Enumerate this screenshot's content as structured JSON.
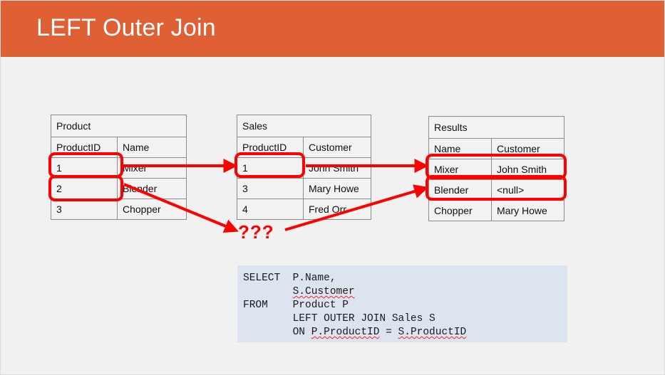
{
  "slide": {
    "title": "LEFT Outer Join",
    "banner_color": "#df6034",
    "background_color": "#f1f1f1"
  },
  "tables": {
    "product": {
      "title": "Product",
      "columns": [
        "ProductID",
        "Name"
      ],
      "rows": [
        [
          "1",
          "Mixer"
        ],
        [
          "2",
          "Blender"
        ],
        [
          "3",
          "Chopper"
        ]
      ]
    },
    "sales": {
      "title": "Sales",
      "columns": [
        "ProductID",
        "Customer"
      ],
      "rows": [
        [
          "1",
          "John Smith"
        ],
        [
          "3",
          "Mary Howe"
        ],
        [
          "4",
          "Fred Orr"
        ]
      ]
    },
    "results": {
      "title": "Results",
      "columns": [
        "Name",
        "Customer"
      ],
      "rows": [
        [
          "Mixer",
          "John Smith"
        ],
        [
          "Blender",
          "<null>"
        ],
        [
          "Chopper",
          "Mary Howe"
        ]
      ]
    }
  },
  "annotations": {
    "unknown_marker": "???",
    "highlight_color": "#ff0000",
    "arrow_color": "#ff0000"
  },
  "sql": {
    "background_color": "#dce4f0",
    "lines": [
      {
        "keyword": "SELECT",
        "body": "P.Name,",
        "underlined": ""
      },
      {
        "keyword": "",
        "body": "",
        "underlined": "S.Customer"
      },
      {
        "keyword": "FROM",
        "body": "Product P",
        "underlined": ""
      },
      {
        "keyword": "",
        "body": "LEFT OUTER JOIN Sales S",
        "underlined": ""
      },
      {
        "keyword": "",
        "body": "ON ",
        "underlined": "P.ProductID",
        "mid": " = ",
        "underlined2": "S.ProductID"
      }
    ]
  }
}
